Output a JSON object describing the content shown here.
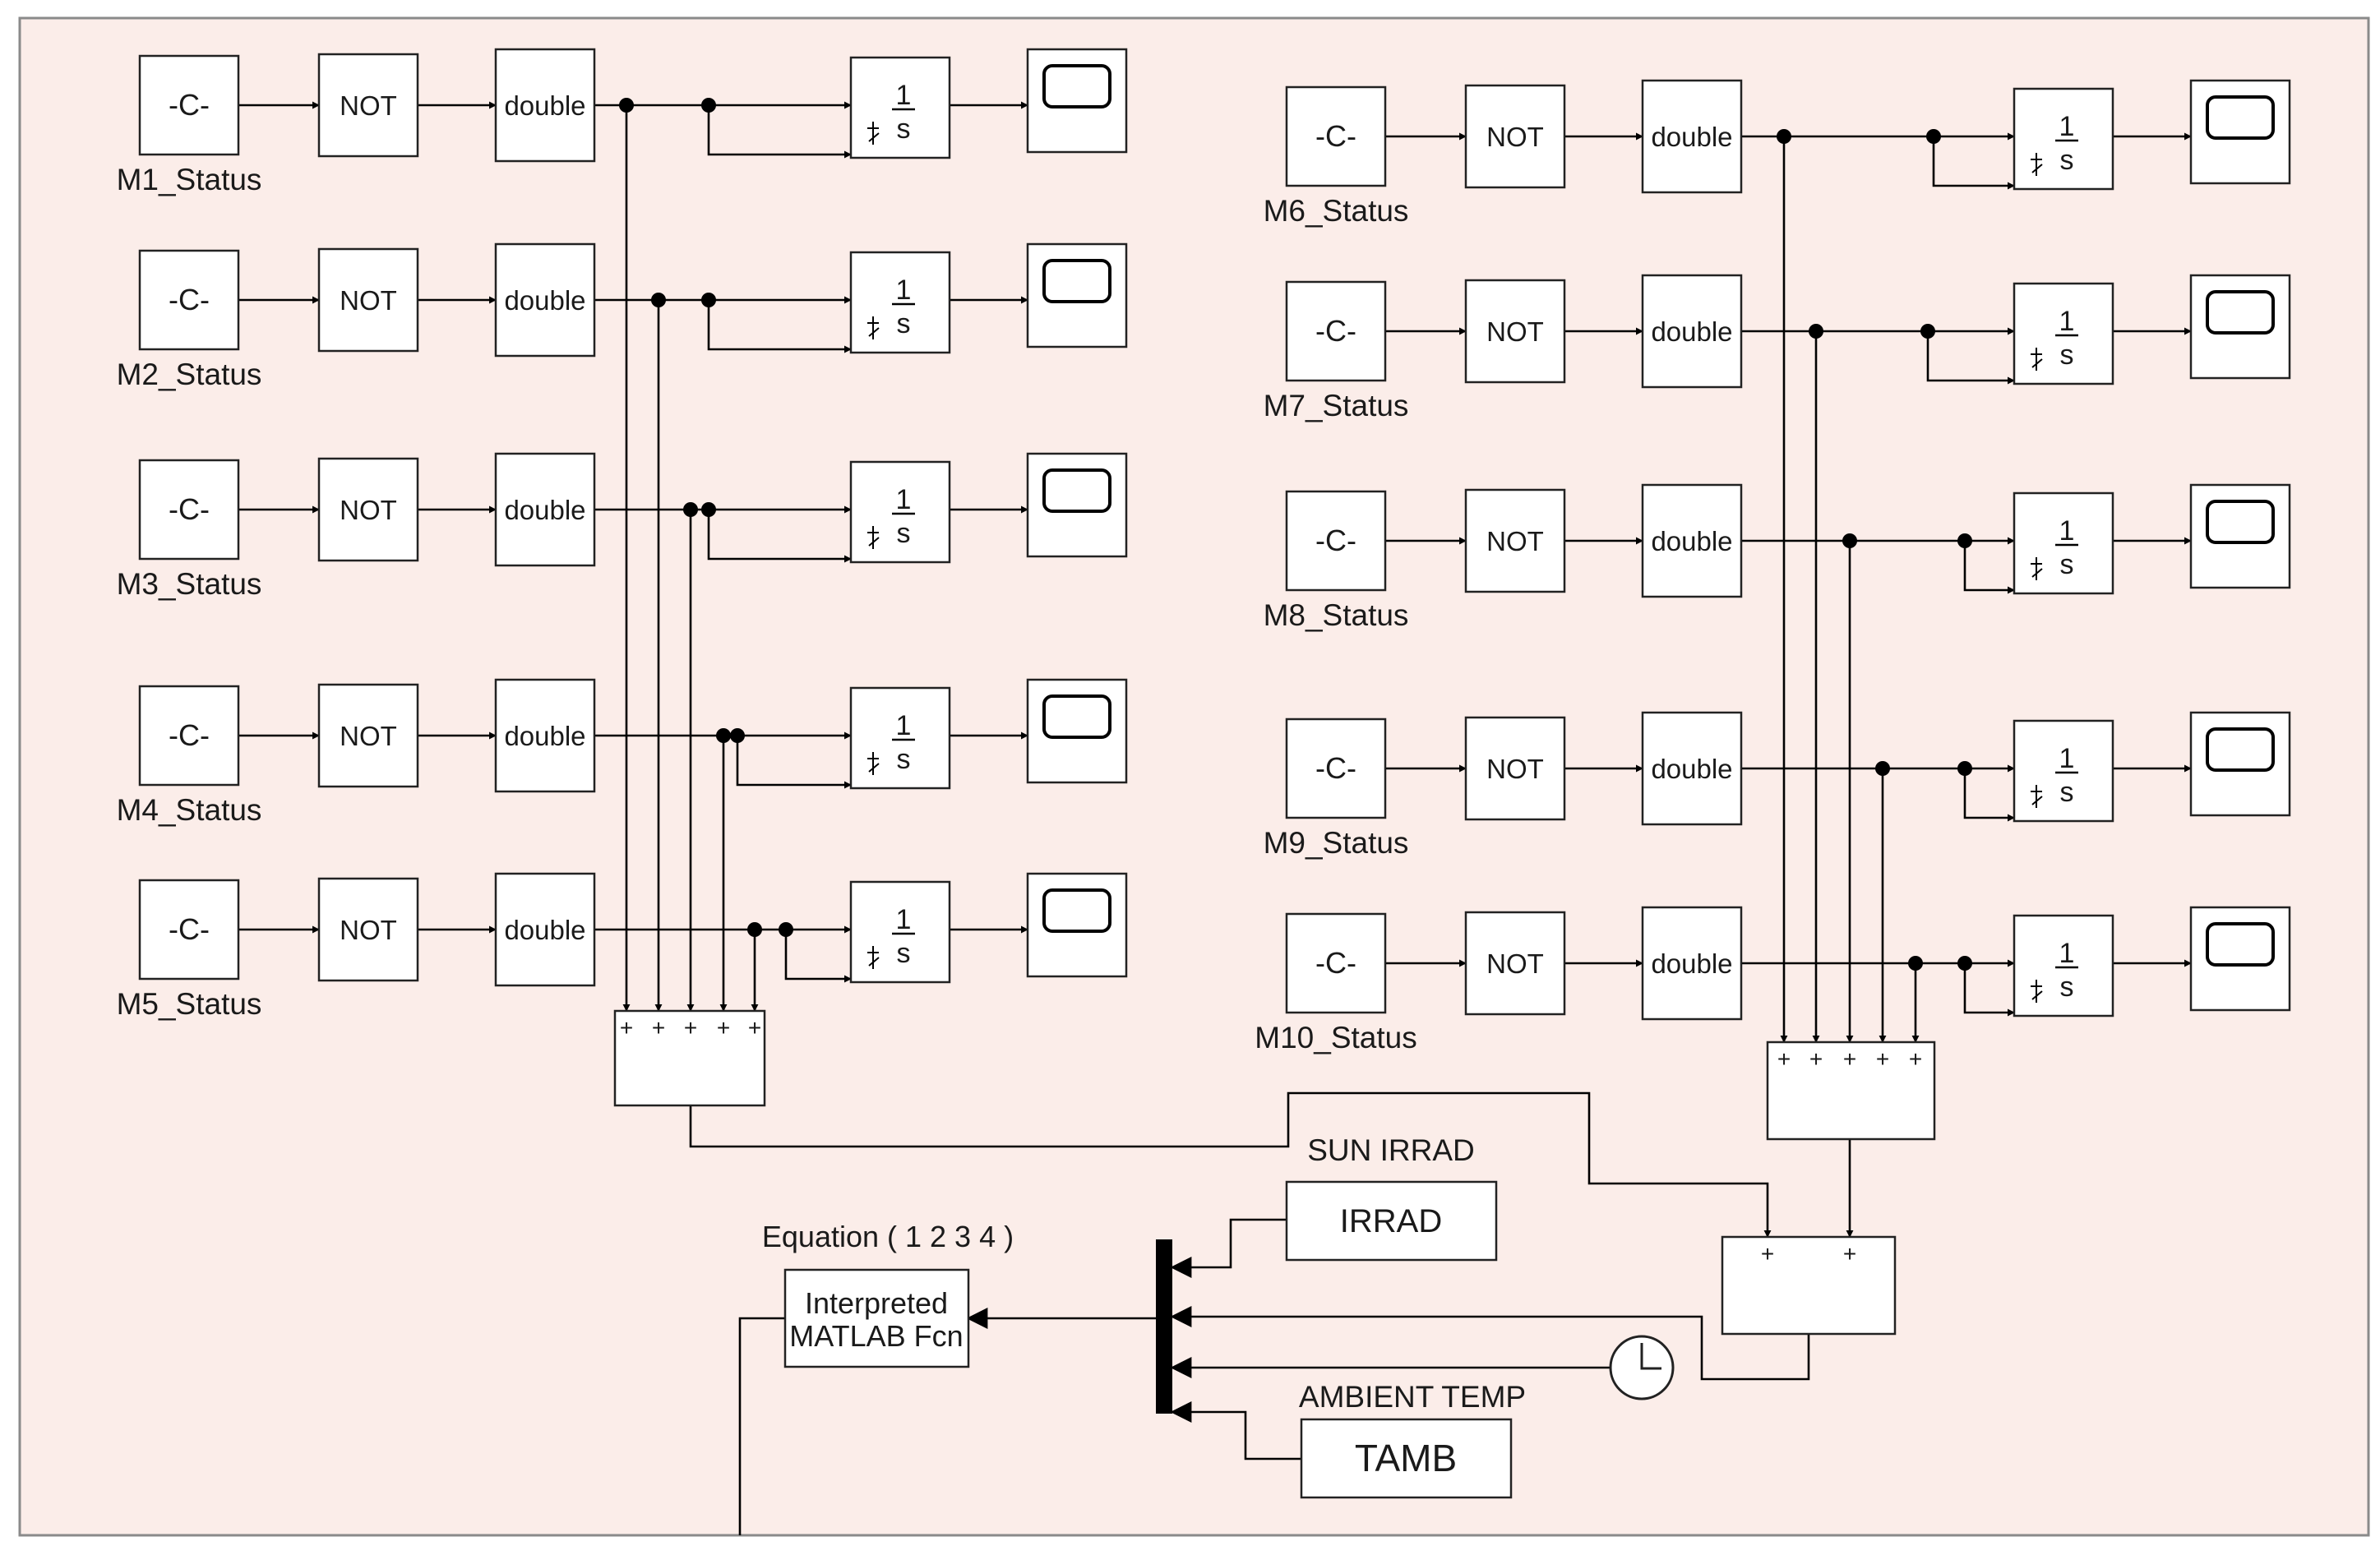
{
  "canvas": {
    "background": "#fbede9",
    "border": "#8a8a8a"
  },
  "block_text": {
    "constant": "-C-",
    "not": "NOT",
    "double": "double",
    "integrator_num": "1",
    "integrator_den": "s",
    "sum_sign": "+"
  },
  "motors": [
    {
      "label": "M1_Status"
    },
    {
      "label": "M2_Status"
    },
    {
      "label": "M3_Status"
    },
    {
      "label": "M4_Status"
    },
    {
      "label": "M5_Status"
    },
    {
      "label": "M6_Status"
    },
    {
      "label": "M7_Status"
    },
    {
      "label": "M8_Status"
    },
    {
      "label": "M9_Status"
    },
    {
      "label": "M10_Status"
    }
  ],
  "irrad": {
    "caption": "SUN IRRAD",
    "text": "IRRAD"
  },
  "tamb": {
    "caption": "AMBIENT TEMP",
    "text": "TAMB"
  },
  "fcn": {
    "caption": "Equation ( 1 2 3 4 )",
    "line1": "Interpreted",
    "line2": "MATLAB Fcn"
  }
}
